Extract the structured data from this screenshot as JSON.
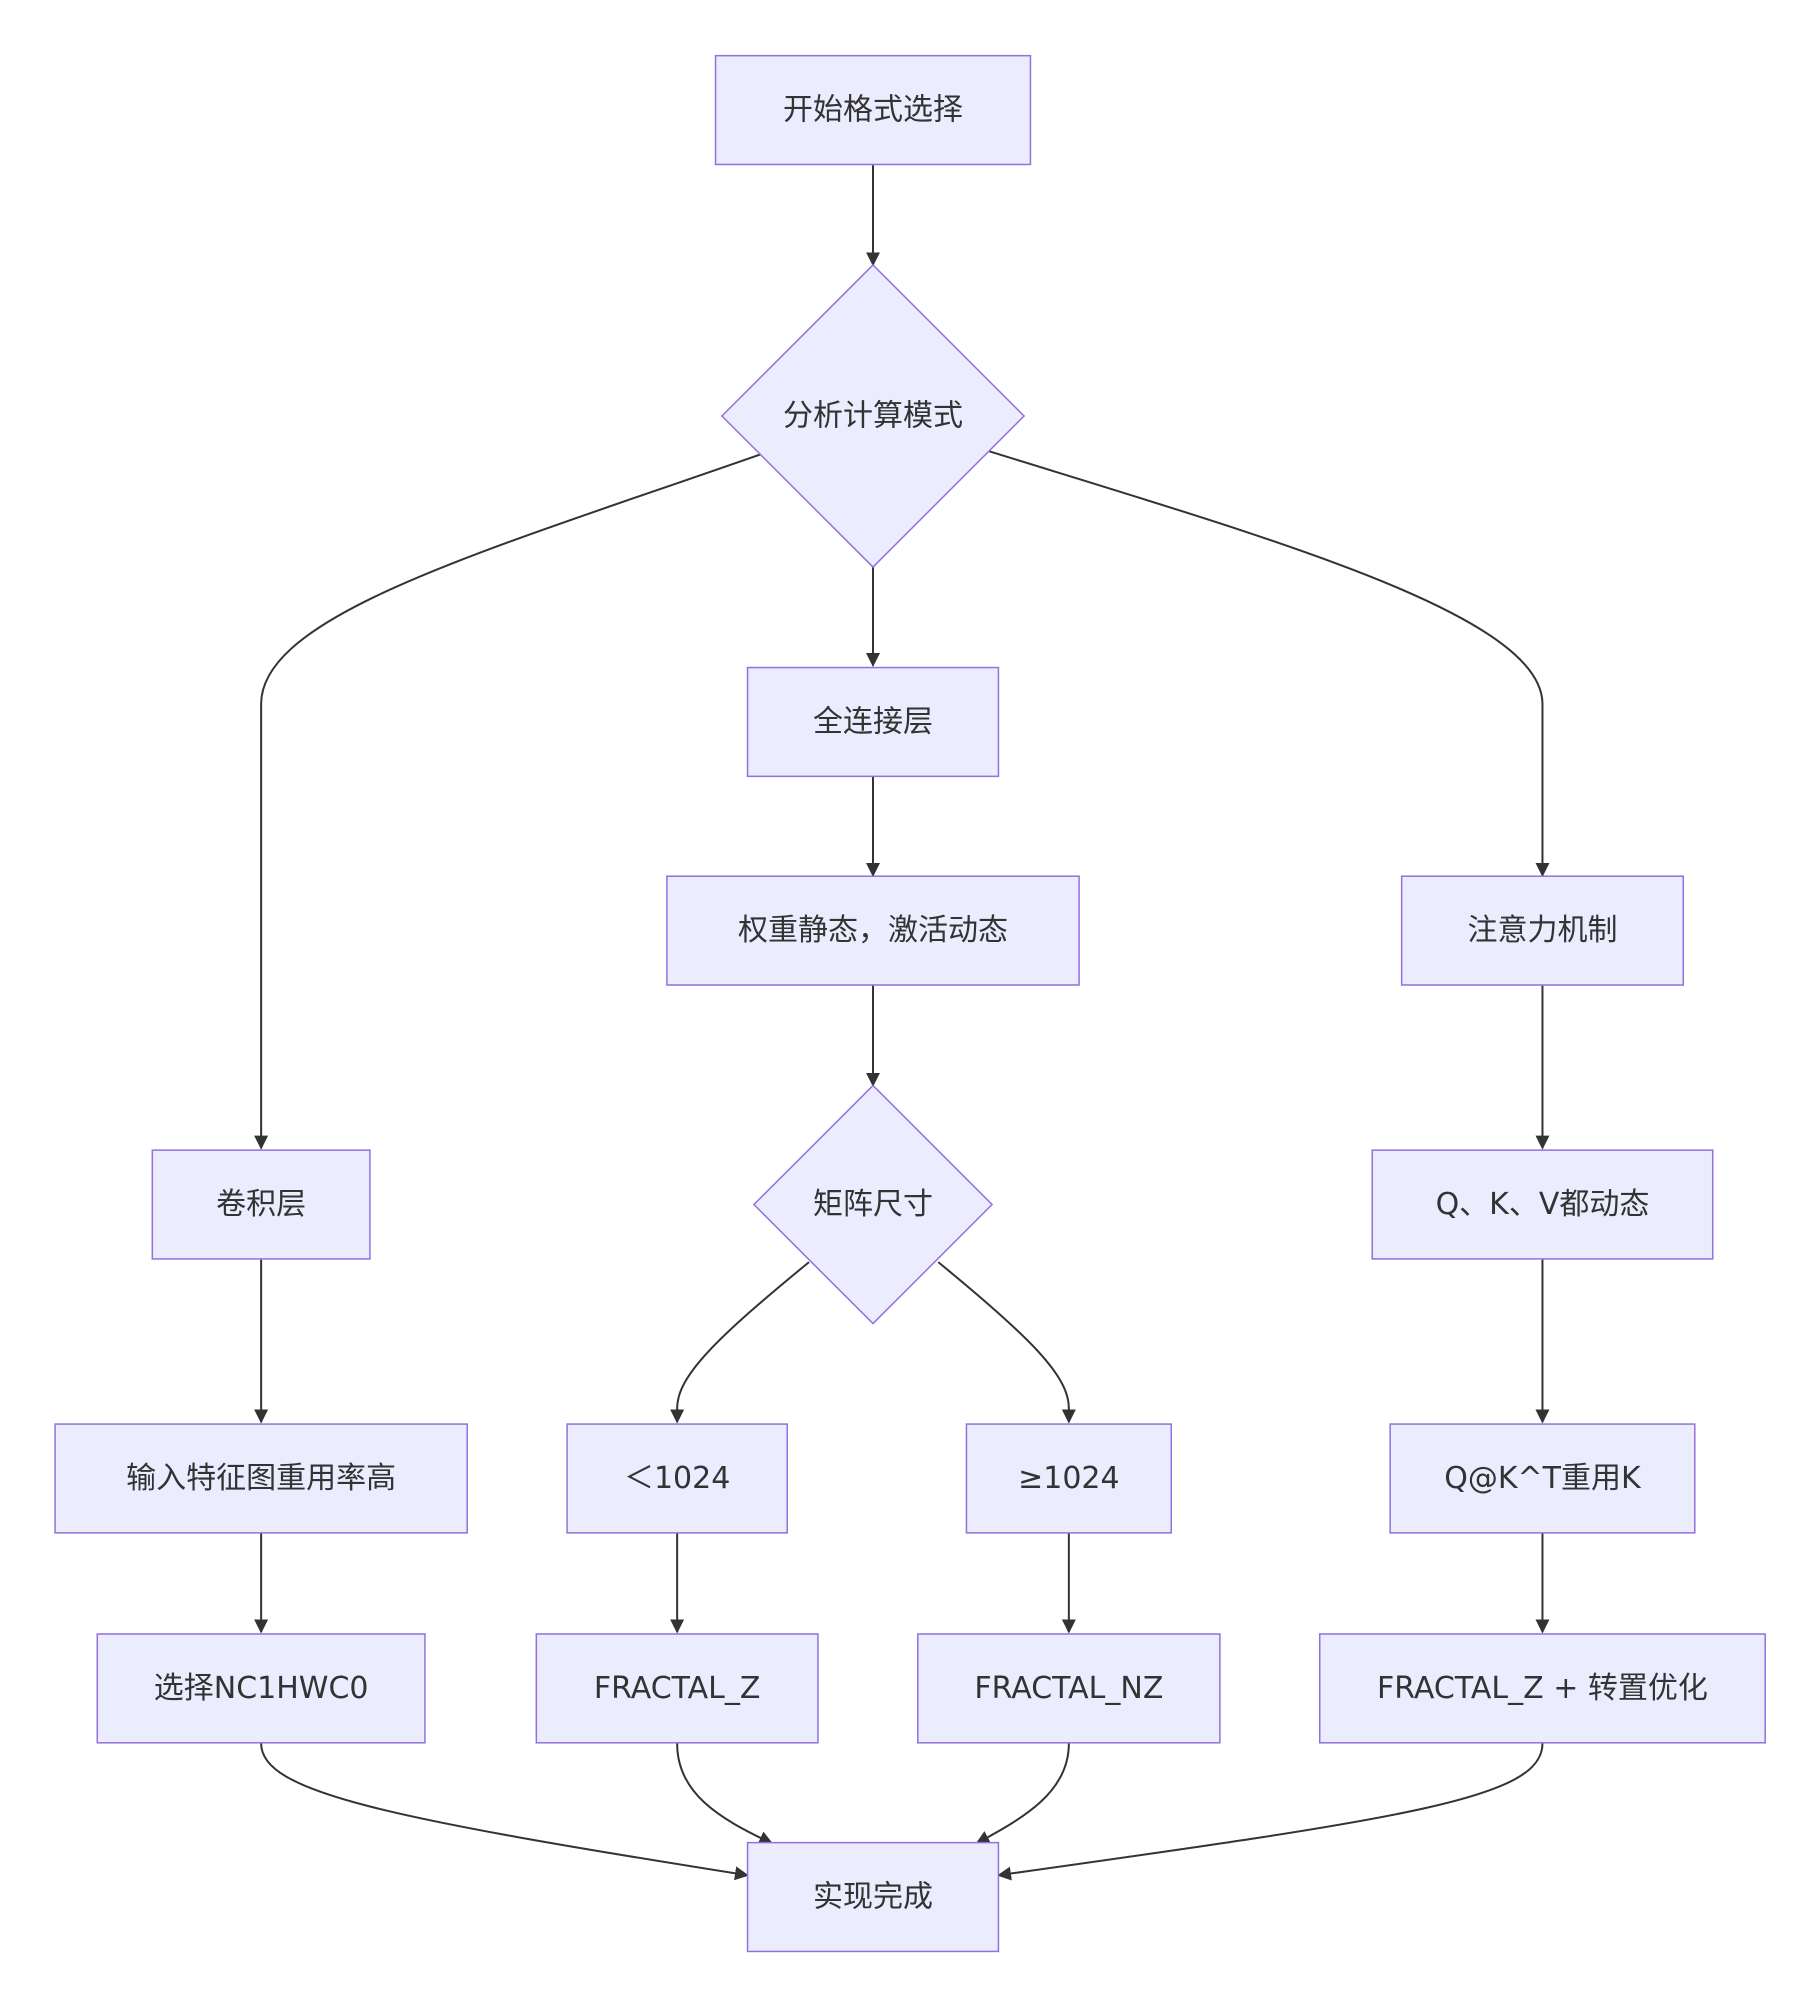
{
  "nodes": {
    "start": {
      "label": "开始格式选择",
      "shape": "rect"
    },
    "analyze": {
      "label": "分析计算模式",
      "shape": "diamond"
    },
    "conv": {
      "label": "卷积层",
      "shape": "rect"
    },
    "fc": {
      "label": "全连接层",
      "shape": "rect"
    },
    "attn": {
      "label": "注意力机制",
      "shape": "rect"
    },
    "weights": {
      "label": "权重静态，激活动态",
      "shape": "rect"
    },
    "matsize": {
      "label": "矩阵尺寸",
      "shape": "diamond"
    },
    "reuse": {
      "label": "输入特征图重用率高",
      "shape": "rect"
    },
    "lt": {
      "label": "＜1024",
      "shape": "rect"
    },
    "ge": {
      "label": "≥1024",
      "shape": "rect"
    },
    "qkv": {
      "label": "Q、K、V都动态",
      "shape": "rect"
    },
    "qk": {
      "label": "Q@K^T重用K",
      "shape": "rect"
    },
    "nc1": {
      "label": "选择NC1HWC0",
      "shape": "rect"
    },
    "fz": {
      "label": "FRACTAL_Z",
      "shape": "rect"
    },
    "fnz": {
      "label": "FRACTAL_NZ",
      "shape": "rect"
    },
    "fzt": {
      "label": "FRACTAL_Z + 转置优化",
      "shape": "rect"
    },
    "done": {
      "label": "实现完成",
      "shape": "rect"
    }
  },
  "edges": [
    [
      "start",
      "analyze"
    ],
    [
      "analyze",
      "conv"
    ],
    [
      "analyze",
      "fc"
    ],
    [
      "analyze",
      "attn"
    ],
    [
      "fc",
      "weights"
    ],
    [
      "weights",
      "matsize"
    ],
    [
      "attn",
      "qkv"
    ],
    [
      "qkv",
      "qk"
    ],
    [
      "qk",
      "fzt"
    ],
    [
      "conv",
      "reuse"
    ],
    [
      "reuse",
      "nc1"
    ],
    [
      "matsize",
      "lt"
    ],
    [
      "matsize",
      "ge"
    ],
    [
      "lt",
      "fz"
    ],
    [
      "ge",
      "fnz"
    ],
    [
      "nc1",
      "done"
    ],
    [
      "fz",
      "done"
    ],
    [
      "fnz",
      "done"
    ],
    [
      "fzt",
      "done"
    ]
  ],
  "colors": {
    "node_fill": "#ECECFF",
    "node_stroke": "#9370DB",
    "edge": "#333333",
    "text": "#333333"
  }
}
